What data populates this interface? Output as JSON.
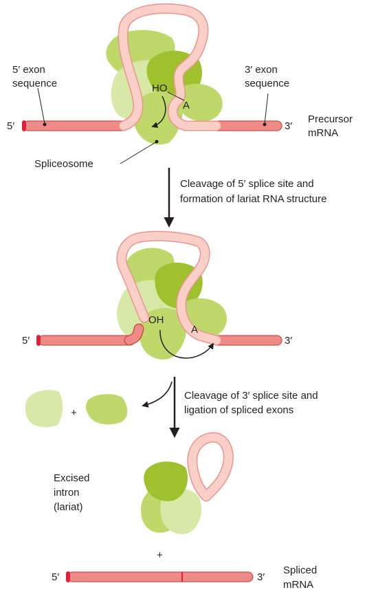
{
  "labels": {
    "exon5_line1": "5′ exon",
    "exon5_line2": "sequence",
    "exon3_line1": "3′ exon",
    "exon3_line2": "sequence",
    "precursor_line1": "Precursor",
    "precursor_line2": "mRNA",
    "spliceosome": "Spliceosome",
    "ho": "HO",
    "a1": "A",
    "five1": "5′",
    "three1": "3′",
    "step1_line1": "Cleavage of 5′ splice site and",
    "step1_line2": "formation of lariat RNA structure",
    "oh": "OH",
    "a2": "A",
    "five2": "5′",
    "three2": "3′",
    "plus1": "+",
    "step2_line1": "Cleavage of 3′ splice site and",
    "step2_line2": "ligation of spliced exons",
    "excised_line1": "Excised",
    "excised_line2": "intron",
    "excised_line3": "(lariat)",
    "plus2": "+",
    "five3": "5′",
    "three3": "3′",
    "spliced_line1": "Spliced",
    "spliced_line2": "mRNA"
  },
  "colors": {
    "exon_fill": "#ef8b86",
    "exon_stroke": "#c9514c",
    "exon_end": "#e0203a",
    "intron_fill": "#f9cfc7",
    "intron_stroke": "#e9958c",
    "spliceosome_light": "#d8e8a6",
    "spliceosome_mid": "#bfd86a",
    "spliceosome_dark": "#9fc12d",
    "arrow": "#231f20"
  }
}
